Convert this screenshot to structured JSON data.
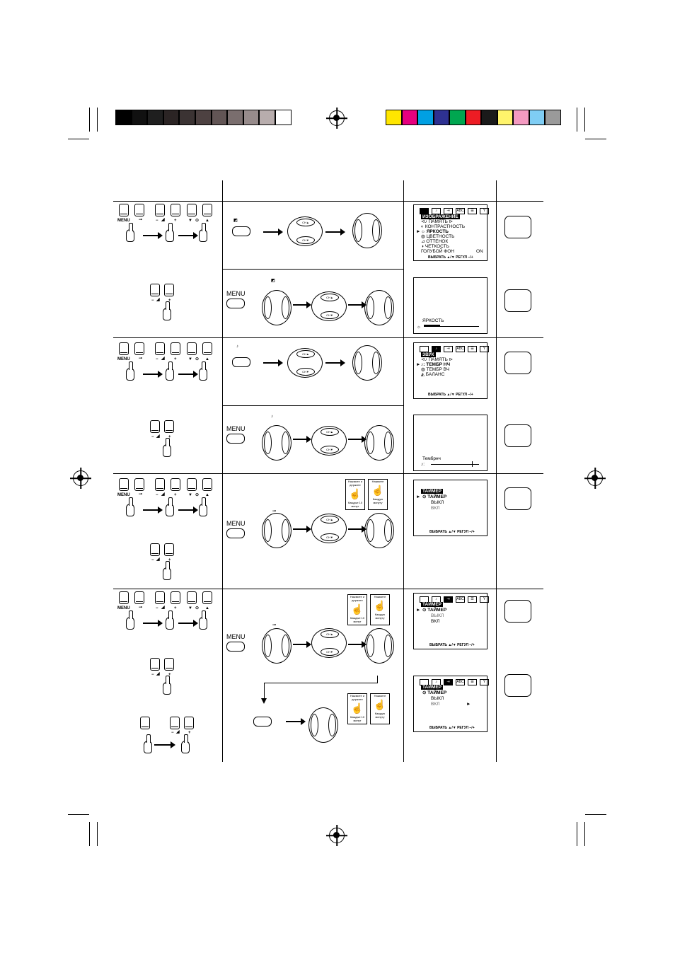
{
  "color_bar": {
    "grays": [
      "#000000",
      "#111111",
      "#1f1f1f",
      "#2b2424",
      "#3b3333",
      "#4d4141",
      "#625555",
      "#7a6e6e",
      "#978b8b",
      "#b8adad",
      "#ffffff"
    ],
    "colors": [
      "#ffe600",
      "#e6007e",
      "#00a0e3",
      "#2e3192",
      "#00a650",
      "#ed1c24",
      "#1a1a1a",
      "#fff46b",
      "#f49ac1",
      "#7fcdf4",
      "#9a9a9a"
    ]
  },
  "labels": {
    "menu": "MENU",
    "minus": "−",
    "plus": "+",
    "ch_up": "CH▲",
    "ch_down": "CH▼"
  },
  "screens": {
    "picture": {
      "tabs": [
        "",
        "♪",
        "⇥",
        "ABC",
        "☰",
        "Y"
      ],
      "title": "ИЗОБРАЖЕНИЕ",
      "items": [
        "⊲♪ ПАМЯТЬ ⊳",
        "◐ КОНТРАСТНОСТЬ",
        "☼ ЯРКОСТЬ",
        "◍ ЦВЕТНОСТЬ",
        "⊿ ОТТЕНОК",
        "◑ ЧЕТКОСТЬ",
        "ГОЛУБОЙ ФОН"
      ],
      "blue_value": "ON",
      "footer": "ВЫБРАТЬ ▲/▼   РЕГУЛ −/+"
    },
    "brightness": {
      "label": "ЯРКОСТЬ",
      "level": 0.3
    },
    "sound": {
      "tabs": [
        "",
        "♪",
        "⇥",
        "ABC",
        "☰",
        "Y"
      ],
      "title": "ЗВУК",
      "items": [
        "⊲♪ ПАМЯТЬ ⊳",
        "♪: ТЕМБР НЧ",
        "◍ ТЕМБР ВЧ",
        "◭ БАЛАНС"
      ],
      "footer": "ВЫБРАТЬ ▲/▼   РЕГУЛ −/+"
    },
    "bass": {
      "label": "Тембрнч",
      "level": 0.85
    },
    "timer1": {
      "title": "ТАЙМЕР",
      "items": [
        "⊙ ТАЙМЕР",
        "ВЫКЛ",
        "ВКЛ"
      ],
      "footer": "ВЫБРАТЬ ▲/▼   РЕГУЛ −/+"
    },
    "timer2": {
      "tabs": [
        "",
        "♪",
        "⇥",
        "ABC",
        "☰",
        "Y"
      ],
      "title": "ТАЙМЕР",
      "items": [
        "⊙ ТАЙМЕР",
        "ВЫКЛ",
        "ВКЛ"
      ],
      "footer": "ВЫБРАТЬ ▲/▼   РЕГУЛ −/+"
    },
    "timer3": {
      "tabs": [
        "",
        "♪",
        "⇥",
        "ABC",
        "☰",
        "Y"
      ],
      "title": "ТАЙМЕР",
      "items": [
        "⊙ ТАЙМЕР",
        "ВЫКЛ",
        "ВКЛ"
      ],
      "marker": "►",
      "footer": "ВЫБРАТЬ ▲/▼   РЕГУЛ −/+"
    }
  },
  "cards": {
    "hold_text": "Нажмите и держите",
    "hold_caption": "Каждые 10 минут",
    "press_text": "Нажмите",
    "press_caption": "Каждую минуту"
  }
}
